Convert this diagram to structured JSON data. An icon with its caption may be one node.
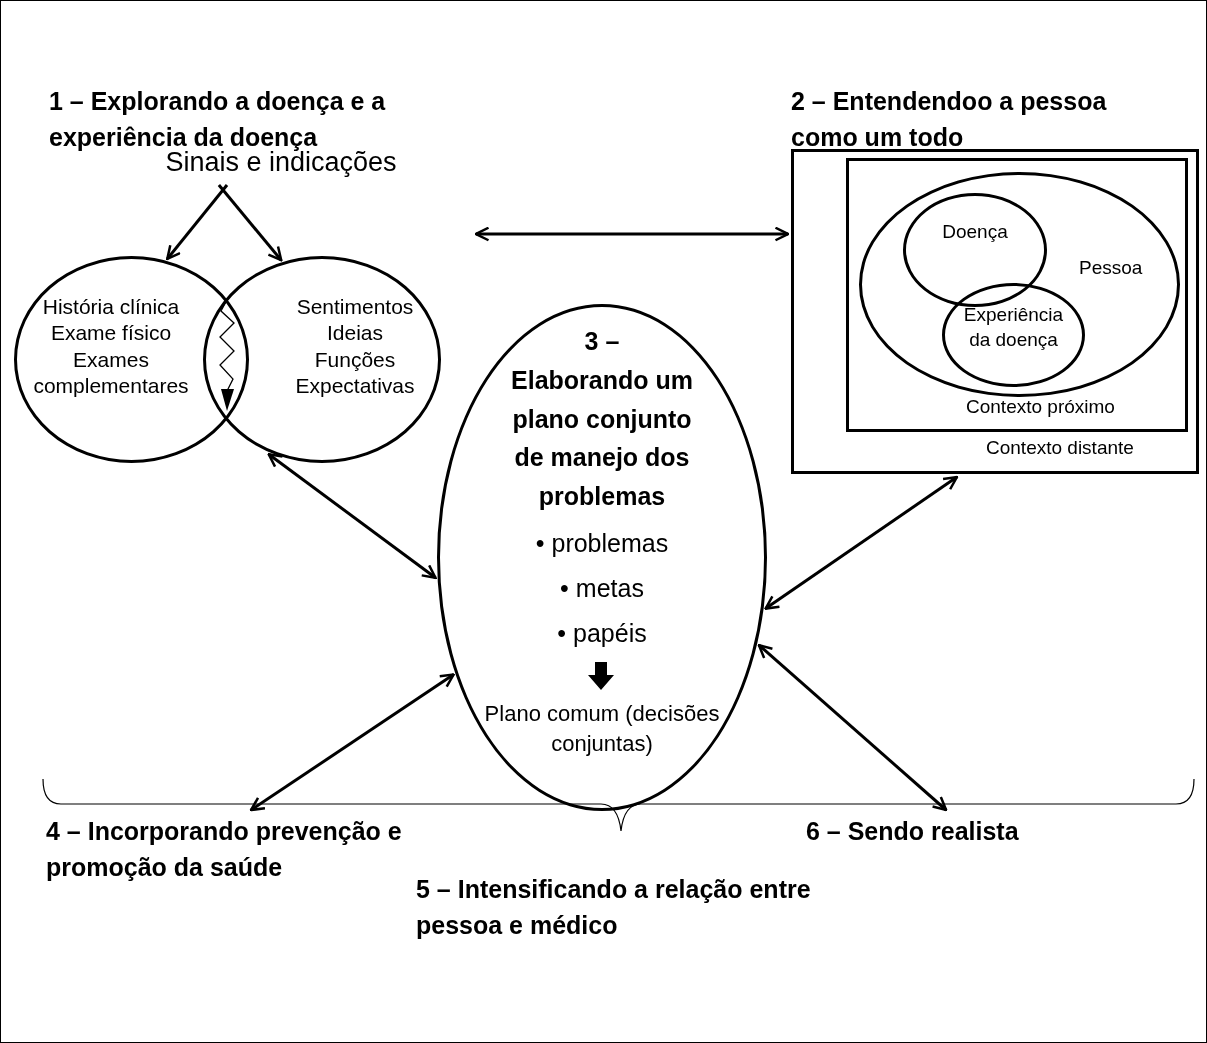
{
  "diagram": {
    "nodes": [
      {
        "text": [
          "Sinais e indicações"
        ]
      },
      {
        "text": [
          "História clínica Exame físico Exames complementares"
        ]
      },
      {
        "text": [
          "Sentimentos Ideias Funções Expectativas"
        ]
      },
      {
        "text": [
          "1 – Explorando a doença e a experiência da doença"
        ]
      },
      {
        "text": [
          "2 – Entendendoo a pessoa como um todo"
        ]
      },
      {
        "text": [
          "Contexto distante"
        ]
      },
      {
        "text": [
          "Contexto próximo"
        ],
        "in": 5
      },
      {
        "text": [
          "Pessoa"
        ],
        "in": 6
      },
      {
        "text": [
          "Doença"
        ],
        "in": 7
      },
      {
        "text": [
          "Experiência da doença"
        ],
        "in": 7
      },
      {
        "text": [
          "3 – Elaborando um plano conjunto de manejo dos problemas",
          "• problemas",
          "• metas",
          "• papéis",
          "Plano comum (decisões conjuntas)"
        ]
      },
      {
        "text": [
          "4 – Incorporando prevenção e promoção da saúde"
        ]
      },
      {
        "text": [
          "6 – Sendo realista"
        ]
      },
      {
        "text": [
          "5 – Intensificando a relação entre pessoa e médico"
        ]
      }
    ],
    "edges": [
      {
        "from": 0,
        "to": 1,
        "arrow": "to"
      },
      {
        "from": 0,
        "to": 2,
        "arrow": "to"
      },
      {
        "from": 2,
        "to": 5,
        "arrow": "both"
      },
      {
        "from": 2,
        "to": 10,
        "arrow": "both"
      },
      {
        "from": 5,
        "to": 10,
        "arrow": "both"
      },
      {
        "from": 11,
        "to": 10,
        "arrow": "both"
      },
      {
        "from": 12,
        "to": 10,
        "arrow": "both"
      }
    ]
  }
}
